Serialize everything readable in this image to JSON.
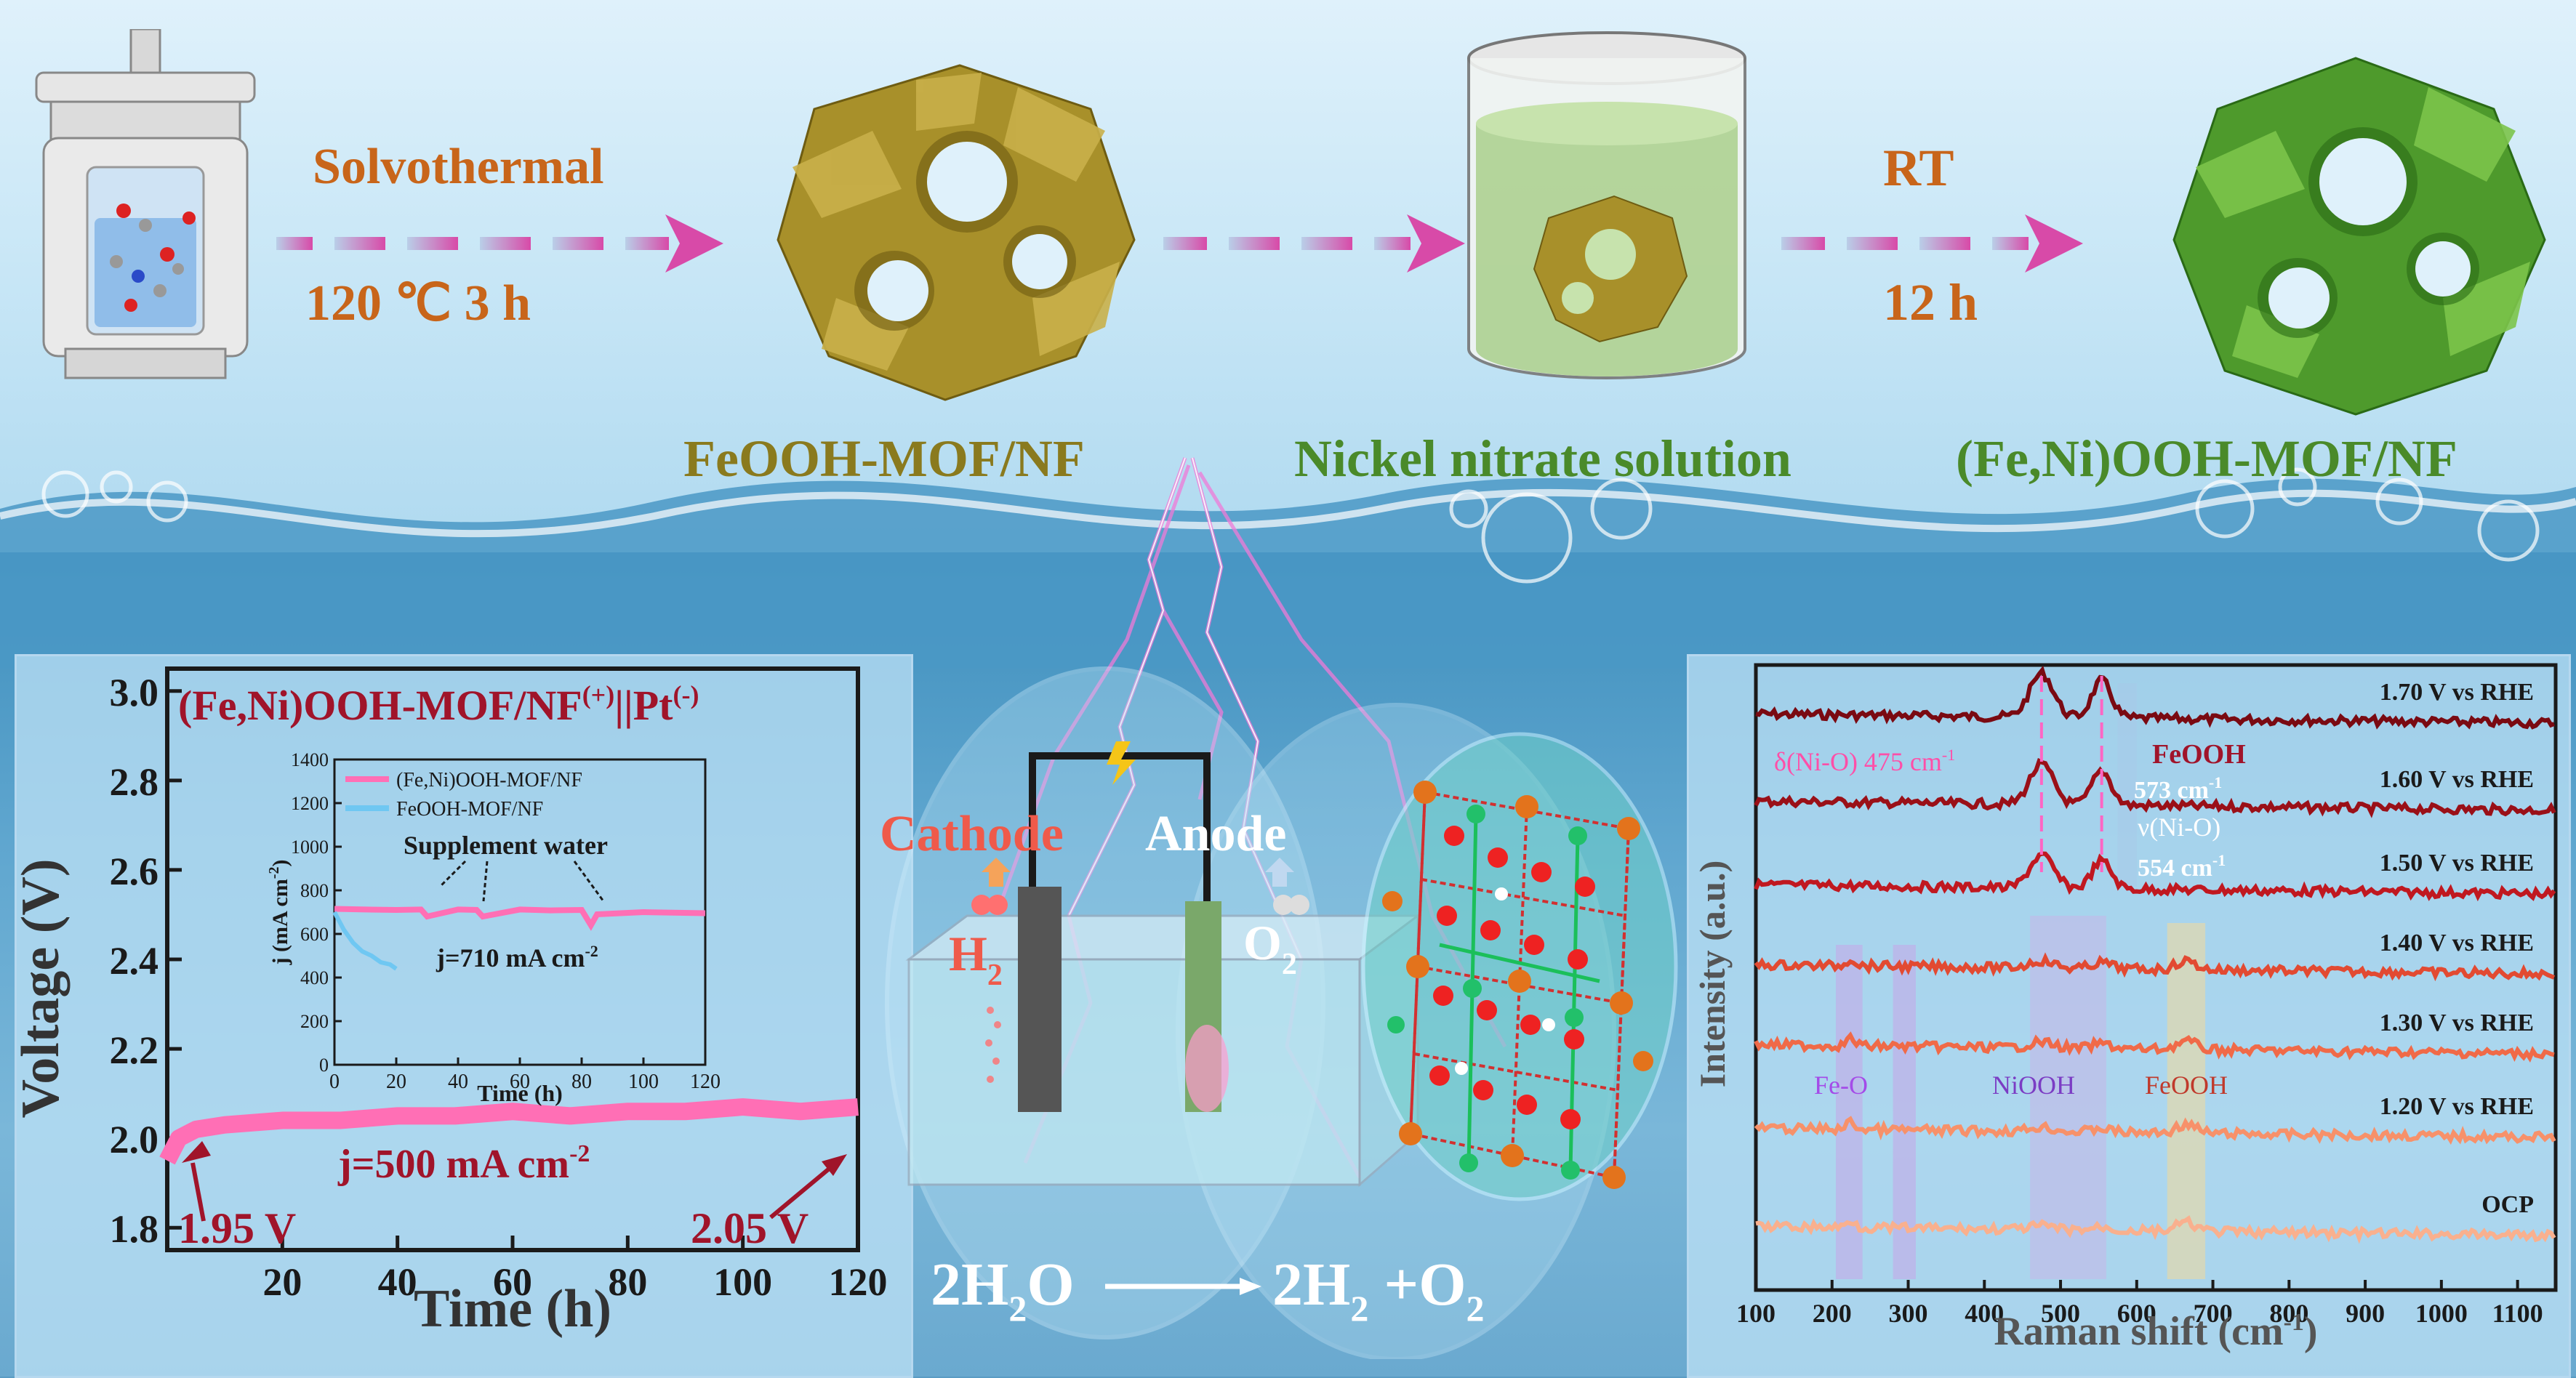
{
  "top": {
    "step1_label": "Solvothermal",
    "step1_condition": "120 ℃ 3 h",
    "product1": "FeOOH-MOF/NF",
    "solution": "Nickel nitrate solution",
    "step2_label": "RT",
    "step2_condition": "12 h",
    "product2": "(Fe,Ni)OOH-MOF/NF"
  },
  "left_chart": {
    "title_main": "(Fe,Ni)OOH-MOF/NF",
    "title_sup1": "(+)",
    "title_mid": "||Pt",
    "title_sup2": "(-)",
    "ylabel": "Voltage (V)",
    "xlabel": "Time (h)",
    "annotation_start": "1.95 V",
    "annotation_current": "j=500 mA cm",
    "annotation_current_sup": "-2",
    "annotation_end": "2.05 V",
    "inset": {
      "legend1": "(Fe,Ni)OOH-MOF/NF",
      "legend2": "FeOOH-MOF/NF",
      "annotation_water": "Supplement water",
      "annotation_current": "j=710 mA cm",
      "annotation_current_sup": "-2",
      "ylabel": "j (mA cm",
      "ylabel_sup": "-2",
      "ylabel_end": ")",
      "xlabel": "Time (h)"
    }
  },
  "center": {
    "cathode": "Cathode",
    "anode": "Anode",
    "h2": "H",
    "h2_sub": "2",
    "o2": "O",
    "o2_sub": "2",
    "eq_left": "2H",
    "eq_left_sub": "2",
    "eq_left_end": "O",
    "eq_right": "2H",
    "eq_right_sub": "2",
    "eq_right_end": " +O",
    "eq_right_sub2": "2"
  },
  "right_chart": {
    "ylabel": "Intensity (a.u.)",
    "xlabel": "Raman shift (cm",
    "xlabel_sup": "-1",
    "xlabel_end": ")",
    "ann_delta": "δ(Ni-O) 475 cm",
    "ann_delta_sup": "-1",
    "ann_feooh_top": "FeOOH",
    "ann_573": "573 cm",
    "ann_573_sup": "-1",
    "ann_nu": "ν(Ni-O)",
    "ann_554": "554 cm",
    "ann_554_sup": "-1",
    "band_feo": "Fe-O",
    "band_niooh": "NiOOH",
    "band_feooh": "FeOOH"
  },
  "chart_data": [
    {
      "type": "line",
      "title": "(Fe,Ni)OOH-MOF/NF(+)||Pt(-)",
      "xlabel": "Time (h)",
      "ylabel": "Voltage (V)",
      "xlim": [
        0,
        120
      ],
      "ylim": [
        1.75,
        3.05
      ],
      "xticks": [
        20,
        40,
        60,
        80,
        100,
        120
      ],
      "yticks": [
        1.8,
        2.0,
        2.2,
        2.4,
        2.6,
        2.8,
        3.0
      ],
      "series": [
        {
          "color": "#ff6fb5",
          "x": [
            0,
            2,
            5,
            10,
            20,
            30,
            40,
            50,
            60,
            70,
            80,
            90,
            100,
            110,
            120
          ],
          "y": [
            1.95,
            2.0,
            2.02,
            2.03,
            2.04,
            2.04,
            2.05,
            2.05,
            2.06,
            2.05,
            2.06,
            2.06,
            2.07,
            2.06,
            2.07
          ]
        }
      ]
    },
    {
      "type": "line",
      "xlabel": "Time (h)",
      "ylabel": "j (mA cm-2)",
      "xlim": [
        0,
        120
      ],
      "ylim": [
        0,
        1400
      ],
      "xticks": [
        0,
        20,
        40,
        60,
        80,
        100,
        120
      ],
      "yticks": [
        0,
        200,
        400,
        600,
        800,
        1000,
        1200,
        1400
      ],
      "series": [
        {
          "name": "(Fe,Ni)OOH-MOF/NF",
          "color": "#ff6fb5",
          "x": [
            0,
            10,
            20,
            28,
            30,
            40,
            46,
            48,
            60,
            70,
            80,
            83,
            85,
            100,
            120
          ],
          "y": [
            715,
            712,
            710,
            712,
            680,
            712,
            710,
            680,
            712,
            708,
            710,
            640,
            690,
            700,
            695
          ]
        },
        {
          "name": "FeOOH-MOF/NF",
          "color": "#6fc7f2",
          "x": [
            0,
            3,
            6,
            9,
            12,
            15,
            18,
            20
          ],
          "y": [
            700,
            620,
            560,
            520,
            500,
            470,
            460,
            440
          ]
        }
      ]
    },
    {
      "type": "line",
      "xlabel": "Raman shift (cm-1)",
      "ylabel": "Intensity (a.u.)",
      "xlim": [
        100,
        1150
      ],
      "xticks": [
        100,
        200,
        300,
        400,
        500,
        600,
        700,
        800,
        900,
        1000,
        1100
      ],
      "series": [
        {
          "name": "1.70 V vs RHE",
          "color": "#7a0a12"
        },
        {
          "name": "1.60 V vs RHE",
          "color": "#9a1018"
        },
        {
          "name": "1.50 V vs RHE",
          "color": "#c01820"
        },
        {
          "name": "1.40 V vs RHE",
          "color": "#e24a32"
        },
        {
          "name": "1.30 V vs RHE",
          "color": "#f06a48"
        },
        {
          "name": "1.20 V vs RHE",
          "color": "#f7916a"
        },
        {
          "name": "OCP",
          "color": "#f9b08e"
        }
      ]
    }
  ],
  "colors": {
    "arrow": "#d84aa8",
    "orange_text": "#c8651a",
    "olive_text": "#8a7a1e",
    "green_text": "#4a8a2a",
    "dark_red_text": "#a0142a"
  }
}
